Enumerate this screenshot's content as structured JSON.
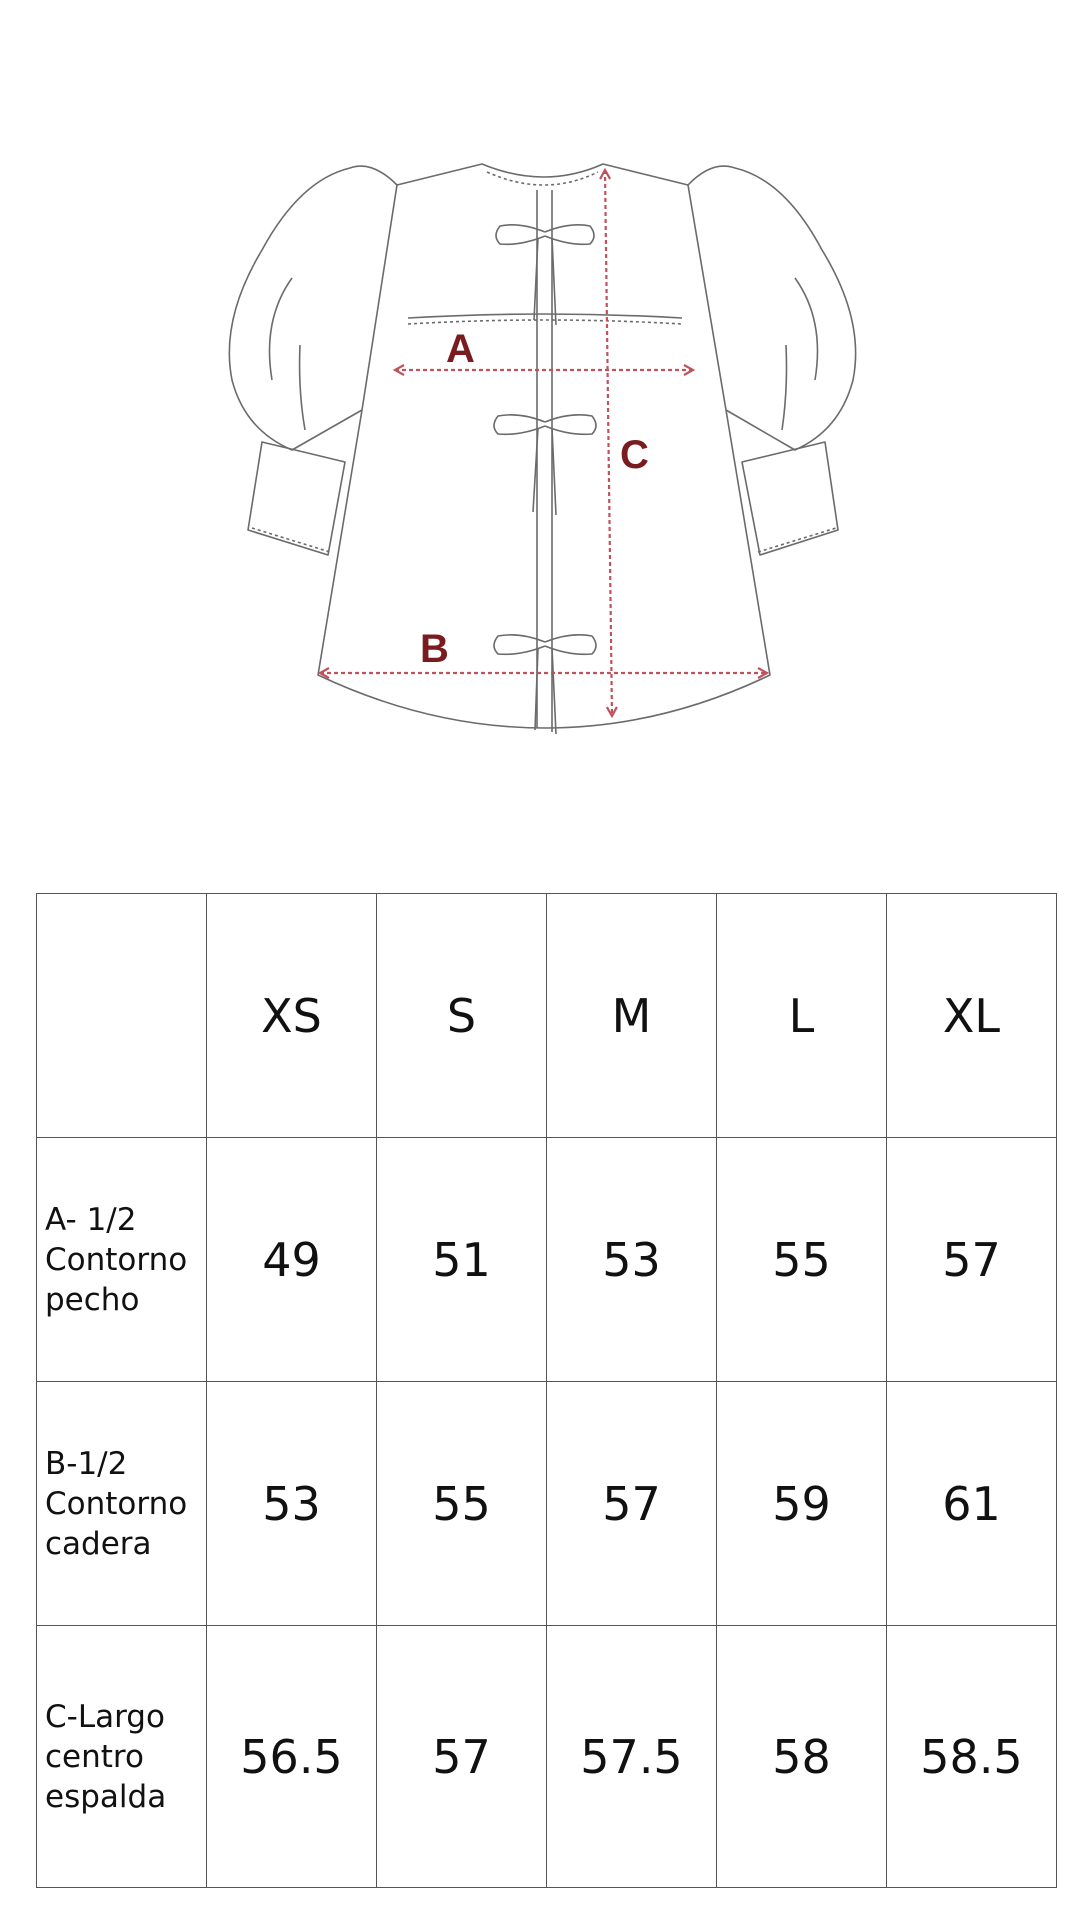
{
  "diagram": {
    "labels": {
      "a": "A",
      "b": "B",
      "c": "C"
    },
    "colors": {
      "outline": "#6b6b6b",
      "measure": "#c0525c",
      "letter": "#7a1c1f"
    },
    "icon": "blouse-flat-sketch"
  },
  "table": {
    "sizes": [
      "XS",
      "S",
      "M",
      "L",
      "XL"
    ],
    "rows": [
      {
        "label": "A- 1/2 Contorno pecho",
        "lines": [
          "A- 1/2",
          "Contorno",
          "pecho"
        ],
        "values": [
          "49",
          "51",
          "53",
          "55",
          "57"
        ]
      },
      {
        "label": "B-1/2 Contorno cadera",
        "lines": [
          "B-1/2",
          "Contorno",
          "cadera"
        ],
        "values": [
          "53",
          "55",
          "57",
          "59",
          "61"
        ]
      },
      {
        "label": "C-Largo centro espalda",
        "lines": [
          "C-Largo",
          "centro",
          "espalda"
        ],
        "values": [
          "56.5",
          "57",
          "57.5",
          "58",
          "58.5"
        ]
      }
    ]
  }
}
